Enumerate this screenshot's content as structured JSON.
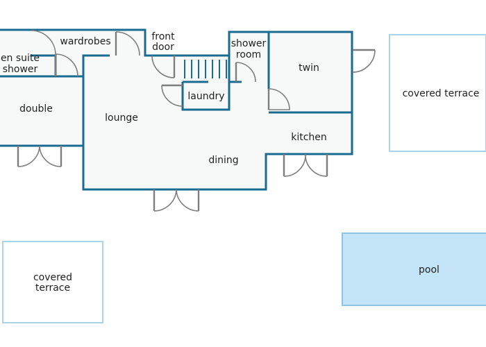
{
  "colors": {
    "wall": "#1a6b91",
    "floor": "#f7f8f8",
    "terrace_outline": "#a9d4e8",
    "pool_fill": "#c3e3f7",
    "pool_outline": "#8fc3df",
    "door": "#7d7d7d"
  },
  "rooms": {
    "en_suite": "en suite",
    "shower": "shower",
    "wardrobes": "wardrobes",
    "front": "front",
    "door": "door",
    "shower_word": "shower",
    "room_word": "room",
    "twin": "twin",
    "double": "double",
    "laundry": "laundry",
    "lounge": "lounge",
    "kitchen": "kitchen",
    "dining": "dining"
  },
  "outdoor": {
    "covered_terrace_right": "covered terrace",
    "covered": "covered",
    "terrace": "terrace",
    "pool": "pool"
  }
}
